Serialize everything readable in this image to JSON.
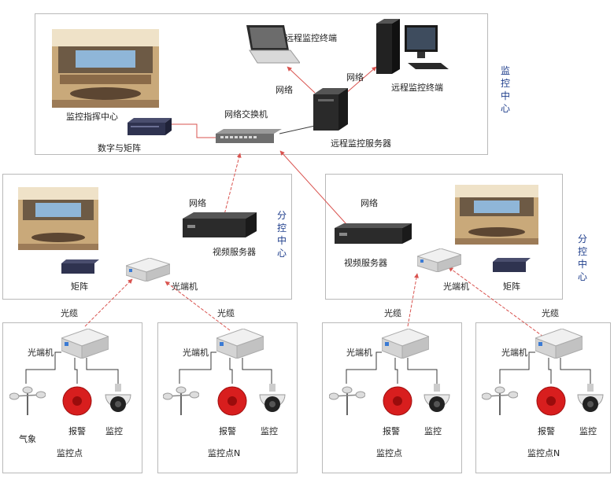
{
  "center": {
    "label": "监控中心",
    "monitor_command_center": "监控指挥中心",
    "digital_matrix": "数字与矩阵",
    "network_switch": "网络交换机",
    "remote_server": "远程监控服务器",
    "laptop_terminal": "远程监控终端",
    "desktop_terminal": "远程监控终端",
    "network_left": "网络",
    "network_right": "网络"
  },
  "sub_left": {
    "label": "分控中心",
    "network": "网络",
    "video_server": "视频服务器",
    "matrix": "矩阵",
    "optical_transceiver": "光端机"
  },
  "sub_right": {
    "label": "分控中心",
    "network": "网络",
    "video_server": "视频服务器",
    "matrix": "矩阵",
    "optical_transceiver": "光端机"
  },
  "cables": [
    "光缆",
    "光缆",
    "光缆",
    "光缆"
  ],
  "points": [
    {
      "transceiver": "光端机",
      "weather": "气象",
      "alarm": "报警",
      "monitor": "监控",
      "name": "监控点"
    },
    {
      "transceiver": "光端机",
      "alarm": "报警",
      "monitor": "监控",
      "name": "监控点N"
    },
    {
      "transceiver": "光端机",
      "alarm": "报警",
      "monitor": "监控",
      "name": "监控点"
    },
    {
      "transceiver": "光端机",
      "alarm": "报警",
      "monitor": "监控",
      "name": "监控点N"
    }
  ],
  "colors": {
    "link": "#d9534f",
    "dark_link": "#3a3a3a",
    "accent_text": "#1f3e8c",
    "alarm_red": "#d81e1e"
  }
}
